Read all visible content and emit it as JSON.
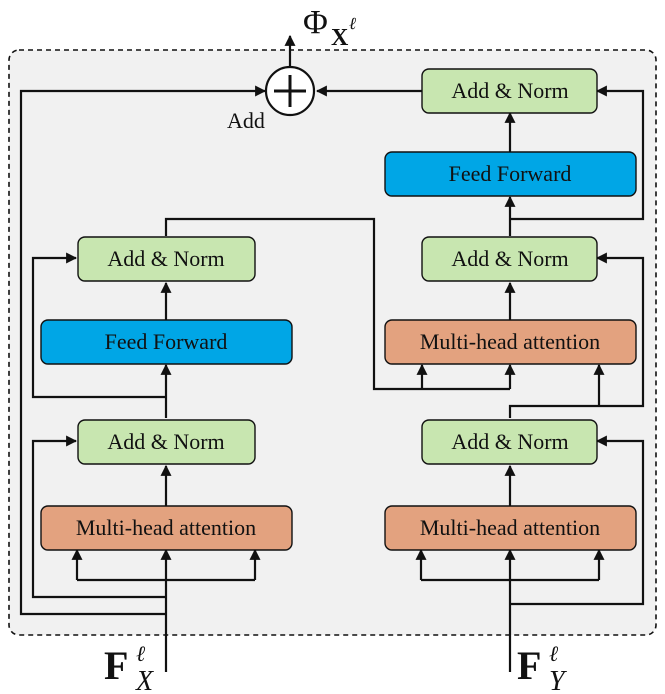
{
  "colors": {
    "add_norm": "#c8e6b0",
    "feed_forward": "#00a6e6",
    "attention": "#e3a27f",
    "container": "#f1f1f1"
  },
  "labels": {
    "add_norm": "Add & Norm",
    "feed_forward": "Feed Forward",
    "attention": "Multi-head attention",
    "add_op": "Add"
  },
  "math": {
    "output_phi": "Φ",
    "output_sub": "X",
    "output_sup": "ℓ",
    "input_x_main": "F",
    "input_x_sup": "ℓ",
    "input_x_sub": "X",
    "input_y_main": "F",
    "input_y_sup": "ℓ",
    "input_y_sub": "Y"
  }
}
